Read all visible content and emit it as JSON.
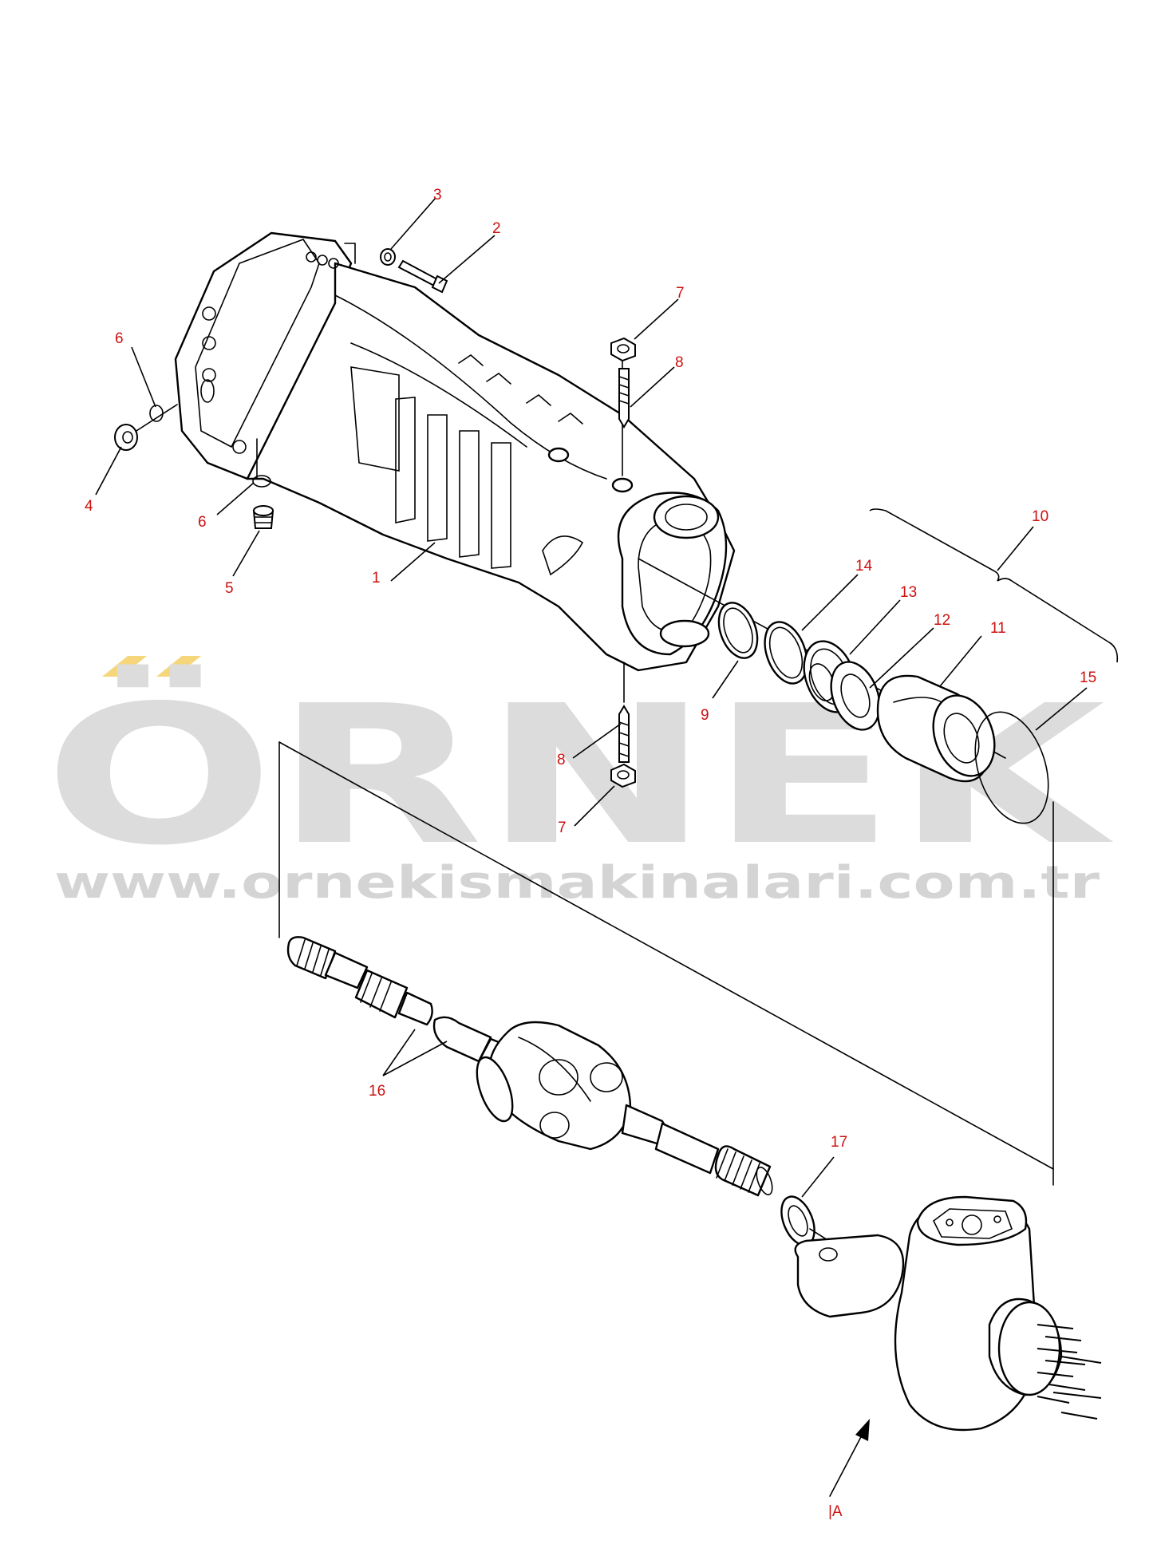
{
  "diagram": {
    "callouts": [
      {
        "id": "c3",
        "label": "3"
      },
      {
        "id": "c2",
        "label": "2"
      },
      {
        "id": "c7a",
        "label": "7"
      },
      {
        "id": "c8a",
        "label": "8"
      },
      {
        "id": "c6a",
        "label": "6"
      },
      {
        "id": "c4",
        "label": "4"
      },
      {
        "id": "c6b",
        "label": "6"
      },
      {
        "id": "c5",
        "label": "5"
      },
      {
        "id": "c1",
        "label": "1"
      },
      {
        "id": "c10",
        "label": "10"
      },
      {
        "id": "c14",
        "label": "14"
      },
      {
        "id": "c13",
        "label": "13"
      },
      {
        "id": "c12",
        "label": "12"
      },
      {
        "id": "c11",
        "label": "11"
      },
      {
        "id": "c15",
        "label": "15"
      },
      {
        "id": "c9",
        "label": "9"
      },
      {
        "id": "c8b",
        "label": "8"
      },
      {
        "id": "c7b",
        "label": "7"
      },
      {
        "id": "c16",
        "label": "16"
      },
      {
        "id": "c17",
        "label": "17"
      }
    ],
    "view_label": "|A"
  },
  "watermark": {
    "brand": "ÖRNEK",
    "url": "www.ornekismakinalari.com.tr",
    "accent_color": "#f5d67a",
    "text_color": "#dcdcdc"
  }
}
